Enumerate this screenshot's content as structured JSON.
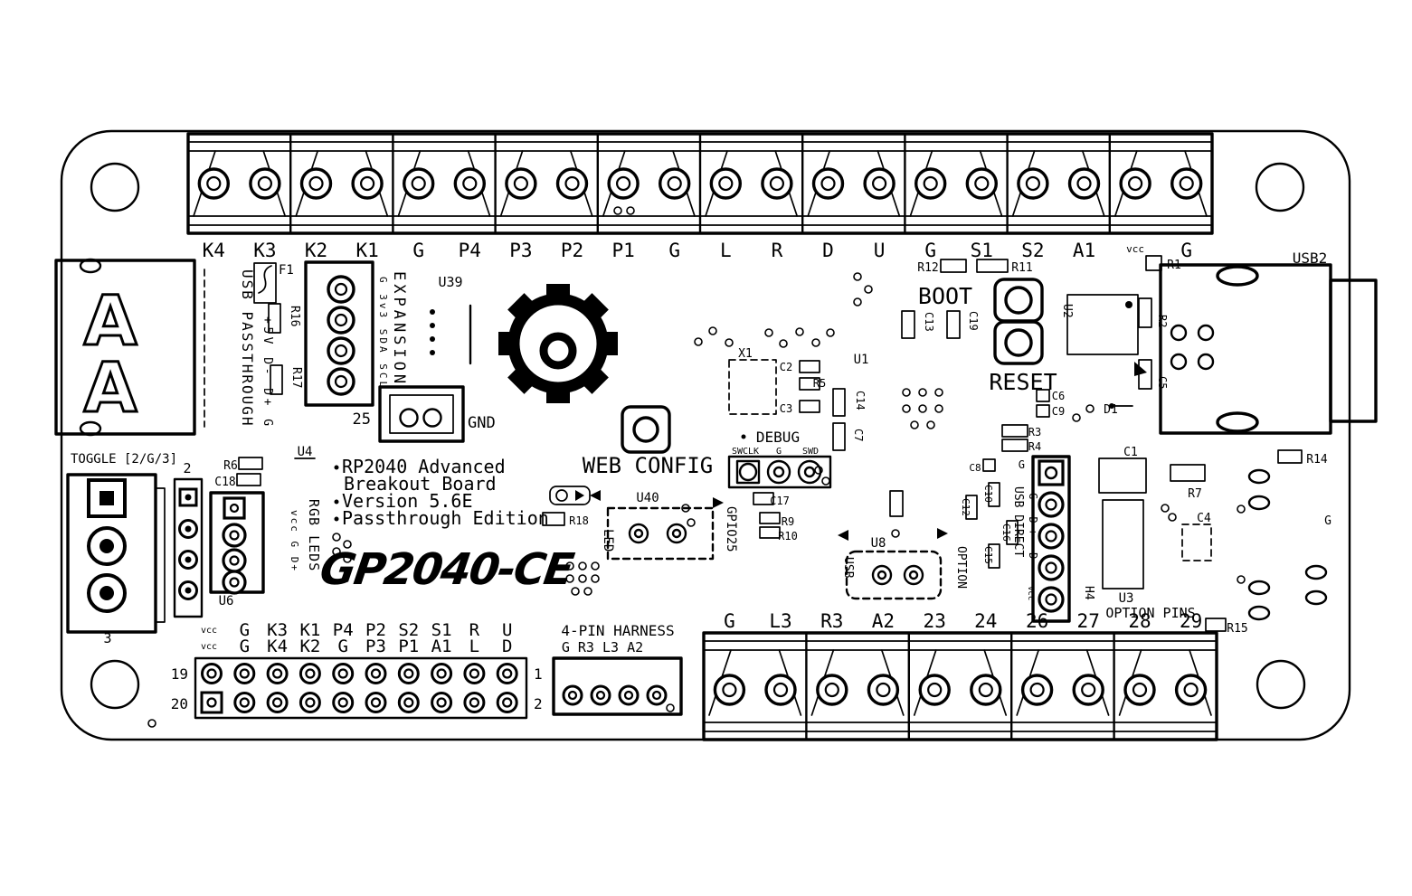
{
  "silkscreen": {
    "title_line1": "RP2040 Advanced",
    "title_line2": "Breakout Board",
    "title_line3": "Version 5.6E",
    "title_line4": "Passthrough Edition",
    "logo": "GP2040-CE"
  },
  "buttons": {
    "boot": "BOOT",
    "reset": "RESET",
    "web_config": "WEB CONFIG"
  },
  "top_terminals": [
    "K4",
    "K3",
    "K2",
    "K1",
    "G",
    "P4",
    "P3",
    "P2",
    "P1",
    "G",
    "L",
    "R",
    "D",
    "U",
    "G",
    "S1",
    "S2",
    "A1",
    "vcc",
    "G"
  ],
  "bottom_terminals": [
    "G",
    "L3",
    "R3",
    "A2",
    "23",
    "24",
    "26",
    "27",
    "28",
    "29"
  ],
  "header20": {
    "row1": [
      "G",
      "K3",
      "K1",
      "P4",
      "P2",
      "S2",
      "S1",
      "R",
      "U"
    ],
    "row2": [
      "G",
      "K4",
      "K2",
      "G",
      "P3",
      "P1",
      "A1",
      "L",
      "D"
    ],
    "vcc_top": "vcc",
    "vcc_bottom": "vcc",
    "pin19": "19",
    "pin20": "20",
    "pin1": "1",
    "pin2": "2"
  },
  "harness": {
    "title": "4-PIN HARNESS",
    "pins": "G  R3 L3 A2"
  },
  "left_usb": {
    "passthrough": "USB PASSTHROUGH",
    "pins": "+5V D- D+ G",
    "plug_glyph": "A"
  },
  "toggle": {
    "label": "TOGGLE [2/G/3]",
    "pos2": "2",
    "pos3": "3"
  },
  "expansion": {
    "label": "EXPANSION",
    "pins": "G 3v3 SDA SCL"
  },
  "gnd_header": {
    "pin": "25",
    "label": "GND"
  },
  "debug": {
    "label": "DEBUG",
    "swclk": "SWCLK",
    "g": "G",
    "swd": "SWD"
  },
  "usb2": {
    "label": "USB2"
  },
  "u40": {
    "gpio25": "GPIO25",
    "led": "LED"
  },
  "u8": {
    "usb": "USB",
    "option": "OPTION"
  },
  "rgb": {
    "label": "RGB LEDS",
    "pins": "vcc G D+"
  },
  "h4": {
    "label": "H4",
    "top_g": "G",
    "pins": "G  D+ D-",
    "vcc": "vcc"
  },
  "right": {
    "usb_direct": "USB DIRECT",
    "option_pins": "OPTION PINS",
    "g": "G"
  },
  "refdes": {
    "u39": "U39",
    "f1": "F1",
    "r16": "R16",
    "r17": "R17",
    "u4": "U4",
    "r6": "R6",
    "c18": "C18",
    "u6": "U6",
    "x1": "X1",
    "u1": "U1",
    "c2": "C2",
    "c3": "C3",
    "r5": "R5",
    "c14": "C14",
    "c7": "C7",
    "c17": "C17",
    "r9": "R9",
    "r10": "R10",
    "r18": "R18",
    "u40": "U40",
    "u8": "U8",
    "r12": "R12",
    "r11": "R11",
    "c13": "C13",
    "c19": "C19",
    "u2": "U2",
    "r1": "R1",
    "r2": "R2",
    "c5": "C5",
    "c6": "C6",
    "c9": "C9",
    "d1": "D1",
    "r3": "R3",
    "r4": "R4",
    "c1": "C1",
    "r7": "R7",
    "c4": "C4",
    "r14": "R14",
    "r15": "R15",
    "u3": "U3",
    "c8": "C8",
    "c10": "C10",
    "c12": "C12",
    "c16": "C16",
    "c15": "C15"
  }
}
